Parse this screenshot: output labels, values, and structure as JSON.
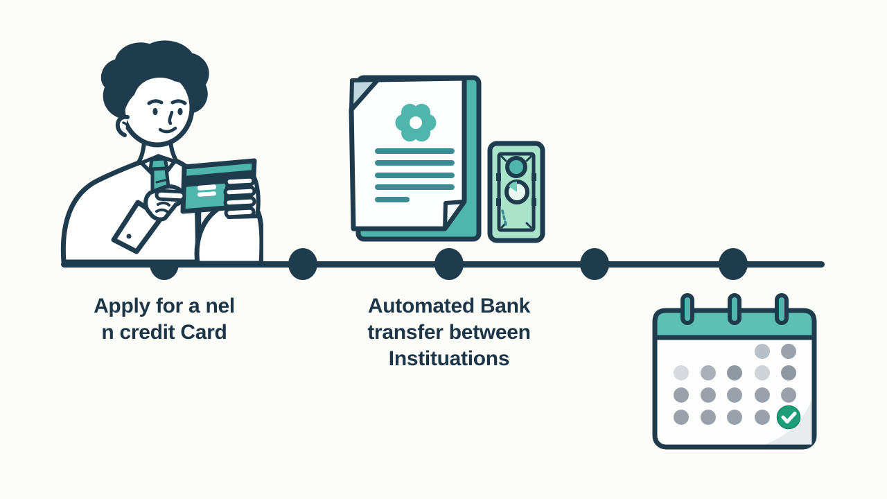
{
  "scene": {
    "kind": "process-timeline-infographic",
    "background_color": "#fcfcf9",
    "outline_navy": "#1e3c4e",
    "accent_teal": "#4fb5ad",
    "header_teal": "#5ec0b4",
    "mint_green": "#a9e3c9",
    "doc_line_teal": "#3d8b92",
    "check_green": "#1d9e78",
    "text_color": "#1c3547"
  },
  "timeline": {
    "node_count": 5
  },
  "steps": [
    {
      "icon": "person-holding-credit-card-icon",
      "line1": "Apply for a nel",
      "line2": "n credit Card"
    },
    {
      "icon": "document-and-banknote-icon",
      "line1": "Automated Bank",
      "line2": "transfer between",
      "line3": "Instituations"
    },
    {
      "icon": "calendar-with-checkmark-icon"
    }
  ]
}
